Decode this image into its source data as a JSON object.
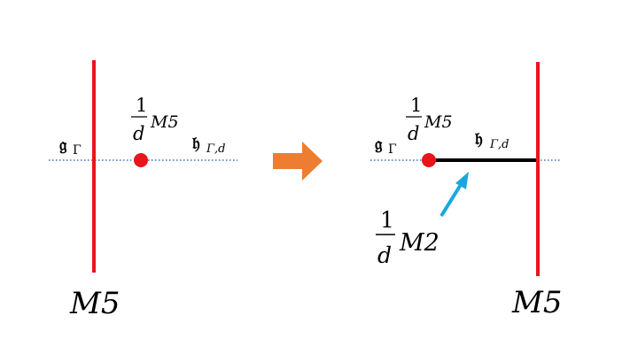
{
  "colors": {
    "brane": "#e8161b",
    "point": "#e8161b",
    "dotted_line": "#3b6fb6",
    "arrow": "#ed7d31",
    "pointer": "#1aa7e0",
    "segment": "#000000"
  },
  "left_panel": {
    "g_label": "𝔤",
    "g_sub": "Γ",
    "frac_num": "1",
    "frac_den": "d",
    "point_label": "M5",
    "h_label": "𝔥",
    "h_sub": "Γ,d",
    "brane_label": "M5"
  },
  "right_panel": {
    "g_label": "𝔤",
    "g_sub": "Γ",
    "frac_num": "1",
    "frac_den": "d",
    "point_label": "M5",
    "h_label": "𝔥",
    "h_sub": "Γ,d",
    "m2_frac_num": "1",
    "m2_frac_den": "d",
    "m2_label": "M2",
    "brane_label": "M5"
  },
  "icons": {
    "transition_arrow": "right-arrow-icon",
    "pointer_arrow": "pointer-arrow-icon"
  }
}
